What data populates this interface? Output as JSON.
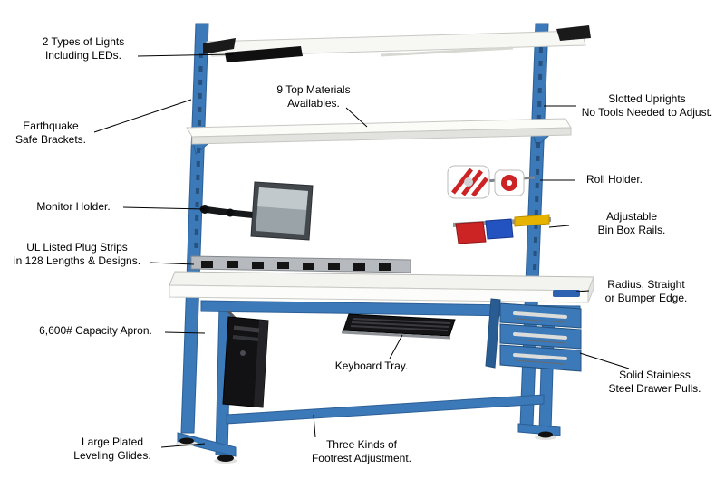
{
  "callouts": {
    "lights": {
      "text": "2 Types of Lights\nIncluding LEDs."
    },
    "top_materials": {
      "text": "9 Top Materials\nAvailables."
    },
    "slotted_uprights": {
      "text": "Slotted Uprights\nNo Tools Needed to Adjust."
    },
    "earthquake": {
      "text": "Earthquake\nSafe Brackets."
    },
    "monitor_holder": {
      "text": "Monitor Holder."
    },
    "roll_holder": {
      "text": "Roll Holder."
    },
    "bin_box_rails": {
      "text": "Adjustable\nBin Box Rails."
    },
    "plug_strips": {
      "text": "UL Listed Plug Strips\nin 128 Lengths & Designs."
    },
    "edge": {
      "text": "Radius, Straight\nor Bumper Edge."
    },
    "apron": {
      "text": "6,600# Capacity Apron."
    },
    "keyboard_tray": {
      "text": "Keyboard Tray."
    },
    "drawer_pulls": {
      "text": "Solid Stainless\nSteel Drawer Pulls."
    },
    "leveling_glides": {
      "text": "Large Plated\nLeveling Glides."
    },
    "footrest": {
      "text": "Three Kinds of\nFootrest Adjustment."
    }
  },
  "colors": {
    "frame_blue": "#3b79b8",
    "frame_blue_dark": "#2c5f96",
    "worktop_white": "#f3f3ef",
    "bin_red": "#cc2424",
    "bin_blue": "#2353c0",
    "bin_yellow": "#e6b400",
    "leader_line": "#000000"
  }
}
